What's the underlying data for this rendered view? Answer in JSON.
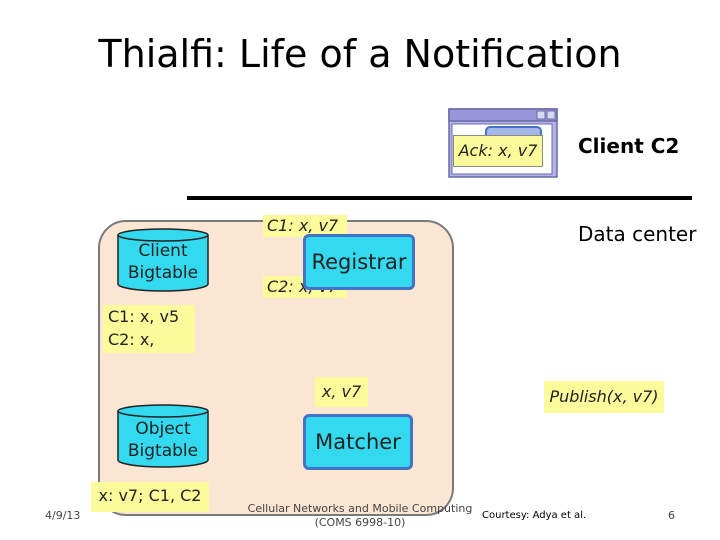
{
  "slide": {
    "title": "Thialfi: Life of a Notification",
    "client_window": {
      "ack_label": "Ack: x, v7",
      "client_label": "Client C2"
    },
    "data_center_label": "Data center",
    "client_bigtable": {
      "label_line1": "Client",
      "label_line2": "Bigtable",
      "entries_line1": "C1: x, v5",
      "entries_line2": "C2: x,"
    },
    "registrar": {
      "label": "Registrar",
      "note_top": "C1: x, v7",
      "note_bottom": "C2: x, v7"
    },
    "matcher": {
      "label": "Matcher",
      "input_note": "x, v7"
    },
    "object_bigtable": {
      "label_line1": "Object",
      "label_line2": "Bigtable",
      "entry": "x: v7; C1, C2"
    },
    "publish_label": "Publish(x, v7)",
    "footer": {
      "date": "4/9/13",
      "course_line1": "Cellular Networks and Mobile Computing",
      "course_line2": "(COMS 6998-10)",
      "credit": "Courtesy: Adya et al.",
      "page_number": "6"
    }
  },
  "colors": {
    "note_yellow": "#fcfb9c",
    "component_cyan": "#33d9ee",
    "component_border": "#4472c4",
    "datacenter_fill": "#fbe5d3",
    "window_frame": "#b4b2e8"
  },
  "icons": [
    "browser-window-icon",
    "cylinder-database-icon"
  ]
}
